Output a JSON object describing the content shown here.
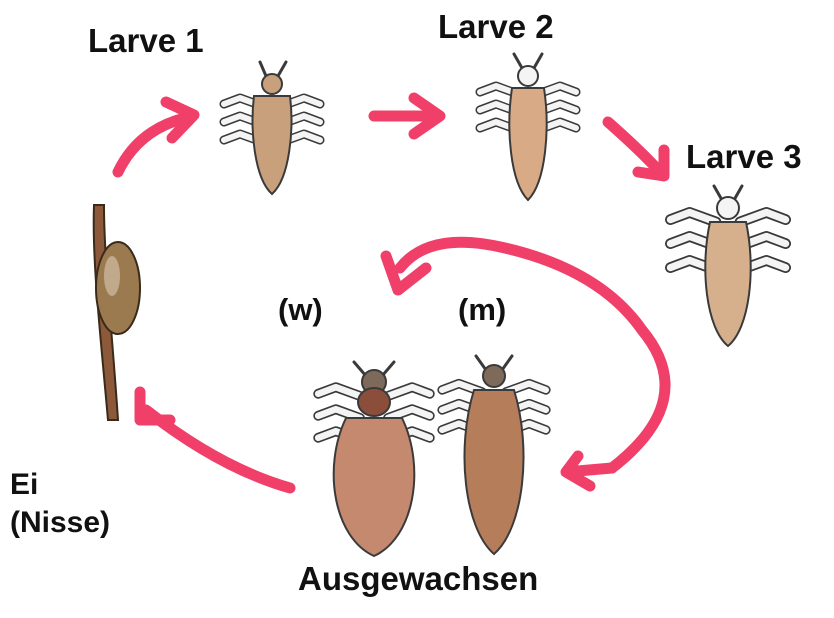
{
  "labels": {
    "larve1": "Larve 1",
    "larve2": "Larve 2",
    "larve3": "Larve 3",
    "female": "(w)",
    "male": "(m)",
    "egg": "Ei",
    "egg_alt": "(Nisse)",
    "adult": "Ausgewachsen"
  },
  "colors": {
    "arrow": "#f0406a",
    "body": "#c9a07c",
    "legs": "#f4f4f4",
    "outline": "#3a3a3a",
    "adult_female": "#c5896f",
    "adult_male": "#b67d5a",
    "hair": "#8c5a3b",
    "nit": "#9b7a4f"
  }
}
